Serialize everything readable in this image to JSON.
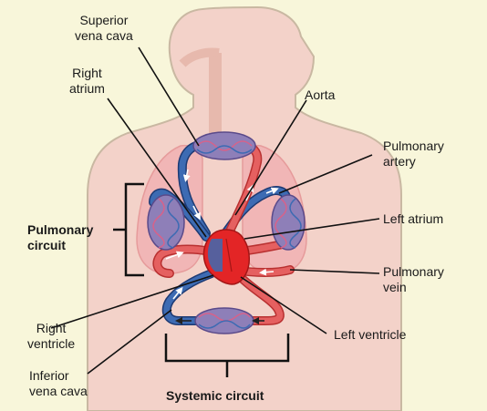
{
  "labels": {
    "superior_vena_cava": [
      "Superior",
      "vena cava"
    ],
    "right_atrium": [
      "Right",
      "atrium"
    ],
    "aorta": [
      "Aorta"
    ],
    "pulmonary_artery": [
      "Pulmonary",
      "artery"
    ],
    "left_atrium": [
      "Left atrium"
    ],
    "pulmonary_circuit": [
      "Pulmonary",
      "circuit"
    ],
    "pulmonary_vein": [
      "Pulmonary",
      "vein"
    ],
    "right_ventricle": [
      "Right",
      "ventricle"
    ],
    "left_ventricle": [
      "Left ventricle"
    ],
    "inferior_vena_cava": [
      "Inferior",
      "vena cava"
    ],
    "systemic_circuit": [
      "Systemic circuit"
    ]
  },
  "colors": {
    "background": "#f8f6da",
    "body_silhouette": "#f3d2c9",
    "body_outline": "#c9b8a2",
    "lungs": "#f1b6b6",
    "oxygenated_blood": "#e56060",
    "deoxygenated_blood": "#3d6bb3",
    "heart": "#e32526",
    "leader_lines": "#111111"
  }
}
